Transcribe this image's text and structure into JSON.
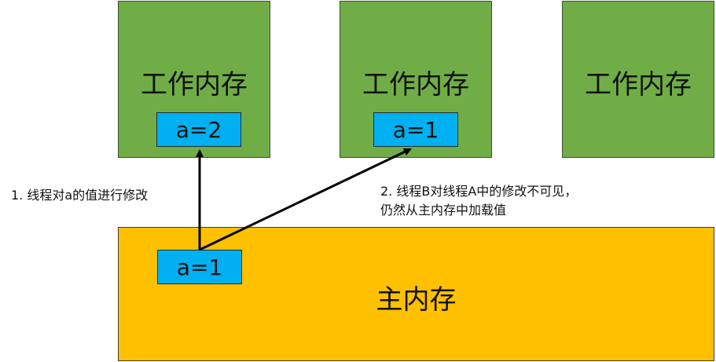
{
  "working_memories": [
    {
      "title": "工作内存",
      "var": "a=2"
    },
    {
      "title": "工作内存",
      "var": "a=1"
    },
    {
      "title": "工作内存"
    }
  ],
  "main_memory": {
    "title": "主内存",
    "var": "a=1"
  },
  "notes": {
    "note1": "1. 线程对a的值进行修改",
    "note2_line1": "2. 线程B对线程A中的修改不可见，",
    "note2_line2": "仍然从主内存中加载值"
  },
  "colors": {
    "working_memory": "#70ad47",
    "main_memory": "#ffc000",
    "variable": "#00b0f0"
  }
}
